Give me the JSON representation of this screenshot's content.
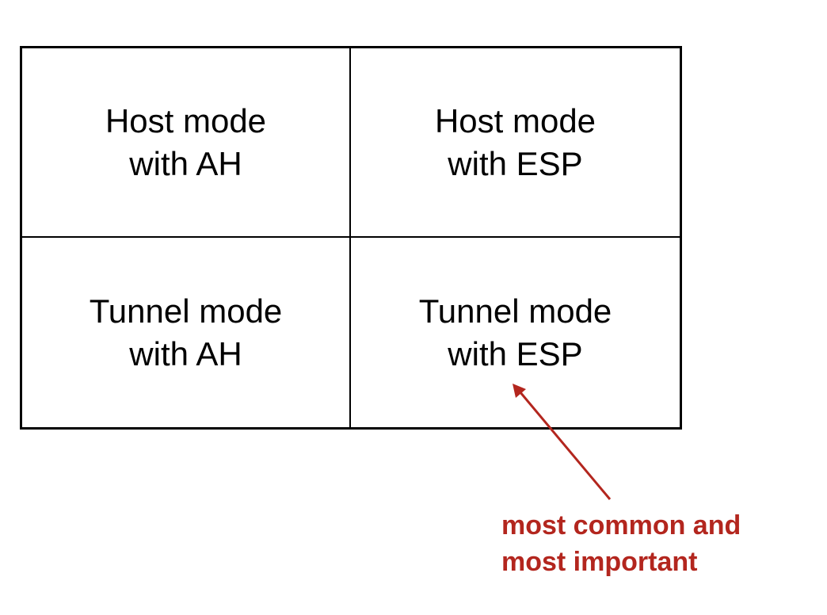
{
  "cells": [
    {
      "line1": "Host mode",
      "line2": "with AH"
    },
    {
      "line1": "Host mode",
      "line2": "with ESP"
    },
    {
      "line1": "Tunnel mode",
      "line2": "with AH"
    },
    {
      "line1": "Tunnel mode",
      "line2": "with ESP"
    }
  ],
  "annotation": {
    "line1": "most common and",
    "line2": "most important",
    "color": "#b3261e"
  }
}
